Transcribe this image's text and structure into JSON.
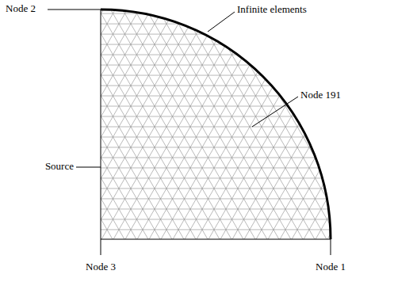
{
  "diagram": {
    "labels": [
      "Node 2",
      "Infinite elements",
      "Source",
      "Node 191",
      "Node 3",
      "Node 1"
    ]
  }
}
